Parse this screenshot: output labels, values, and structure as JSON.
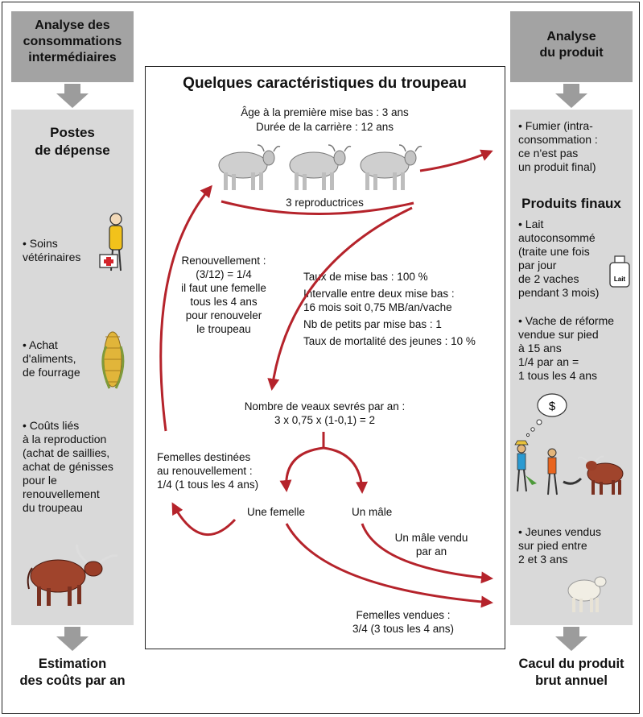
{
  "left": {
    "header": [
      "Analyse des",
      "consommations",
      "intermédiaires"
    ],
    "panel_title": [
      "Postes",
      "de dépense"
    ],
    "items": [
      [
        "• Soins",
        "vétérinaires"
      ],
      [
        "• Achat",
        "d'aliments,",
        "de fourrage"
      ],
      [
        "• Coûts liés",
        "à la reproduction",
        "(achat de saillies,",
        "achat de génisses",
        "pour le",
        "renouvellement",
        "du troupeau"
      ]
    ],
    "footer": [
      "Estimation",
      "des coûts par an"
    ]
  },
  "right": {
    "header": [
      "Analyse",
      "du produit"
    ],
    "fumier": [
      "• Fumier (intra-",
      "consommation :",
      "ce n'est pas",
      "un produit final)"
    ],
    "produits_title": "Produits finaux",
    "lait": [
      "• Lait",
      "autoconsommé",
      "(traite une fois",
      "par jour",
      "de 2 vaches",
      "pendant 3 mois)"
    ],
    "lait_label": "Lait",
    "reforme": [
      "• Vache de réforme",
      "vendue sur pied",
      "à 15 ans",
      "1/4  par an =",
      "1 tous les 4 ans"
    ],
    "dollar": "$",
    "jeunes": [
      "• Jeunes vendus",
      "sur pied entre",
      "2 et 3 ans"
    ],
    "footer": [
      "Cacul du produit",
      "brut annuel"
    ]
  },
  "center": {
    "title": "Quelques caractéristiques du troupeau",
    "age": "Âge à la première mise bas : 3 ans",
    "carriere": "Durée de la carrière : 12 ans",
    "repro": "3 reproductrices",
    "renouvellement": [
      "Renouvellement :",
      "(3/12) = 1/4",
      "il faut une femelle",
      "tous les 4 ans",
      "pour renouveler",
      "le troupeau"
    ],
    "taux": [
      "Taux de mise bas : 100 %",
      "Intervalle entre deux mise bas :",
      "16 mois soit 0,75 MB/an/vache",
      "Nb de petits par mise bas : 1",
      "Taux de mortalité des jeunes : 10 %"
    ],
    "veaux": [
      "Nombre de veaux sevrés par an :",
      "3 x 0,75 x (1-0,1) = 2"
    ],
    "femelles_dest": [
      "Femelles destinées",
      "au renouvellement :",
      "1/4  (1 tous les 4 ans)"
    ],
    "une_femelle": "Une femelle",
    "un_male": "Un mâle",
    "male_vendu": [
      "Un mâle vendu",
      "par an"
    ],
    "femelles_vendues": [
      "Femelles vendues :",
      "3/4  (3 tous les 4 ans)"
    ]
  },
  "colors": {
    "header_gray": "#a3a3a3",
    "panel_gray": "#d9d9d9",
    "arrow_red": "#b5232b",
    "arrow_gray": "#9c9c9c"
  }
}
